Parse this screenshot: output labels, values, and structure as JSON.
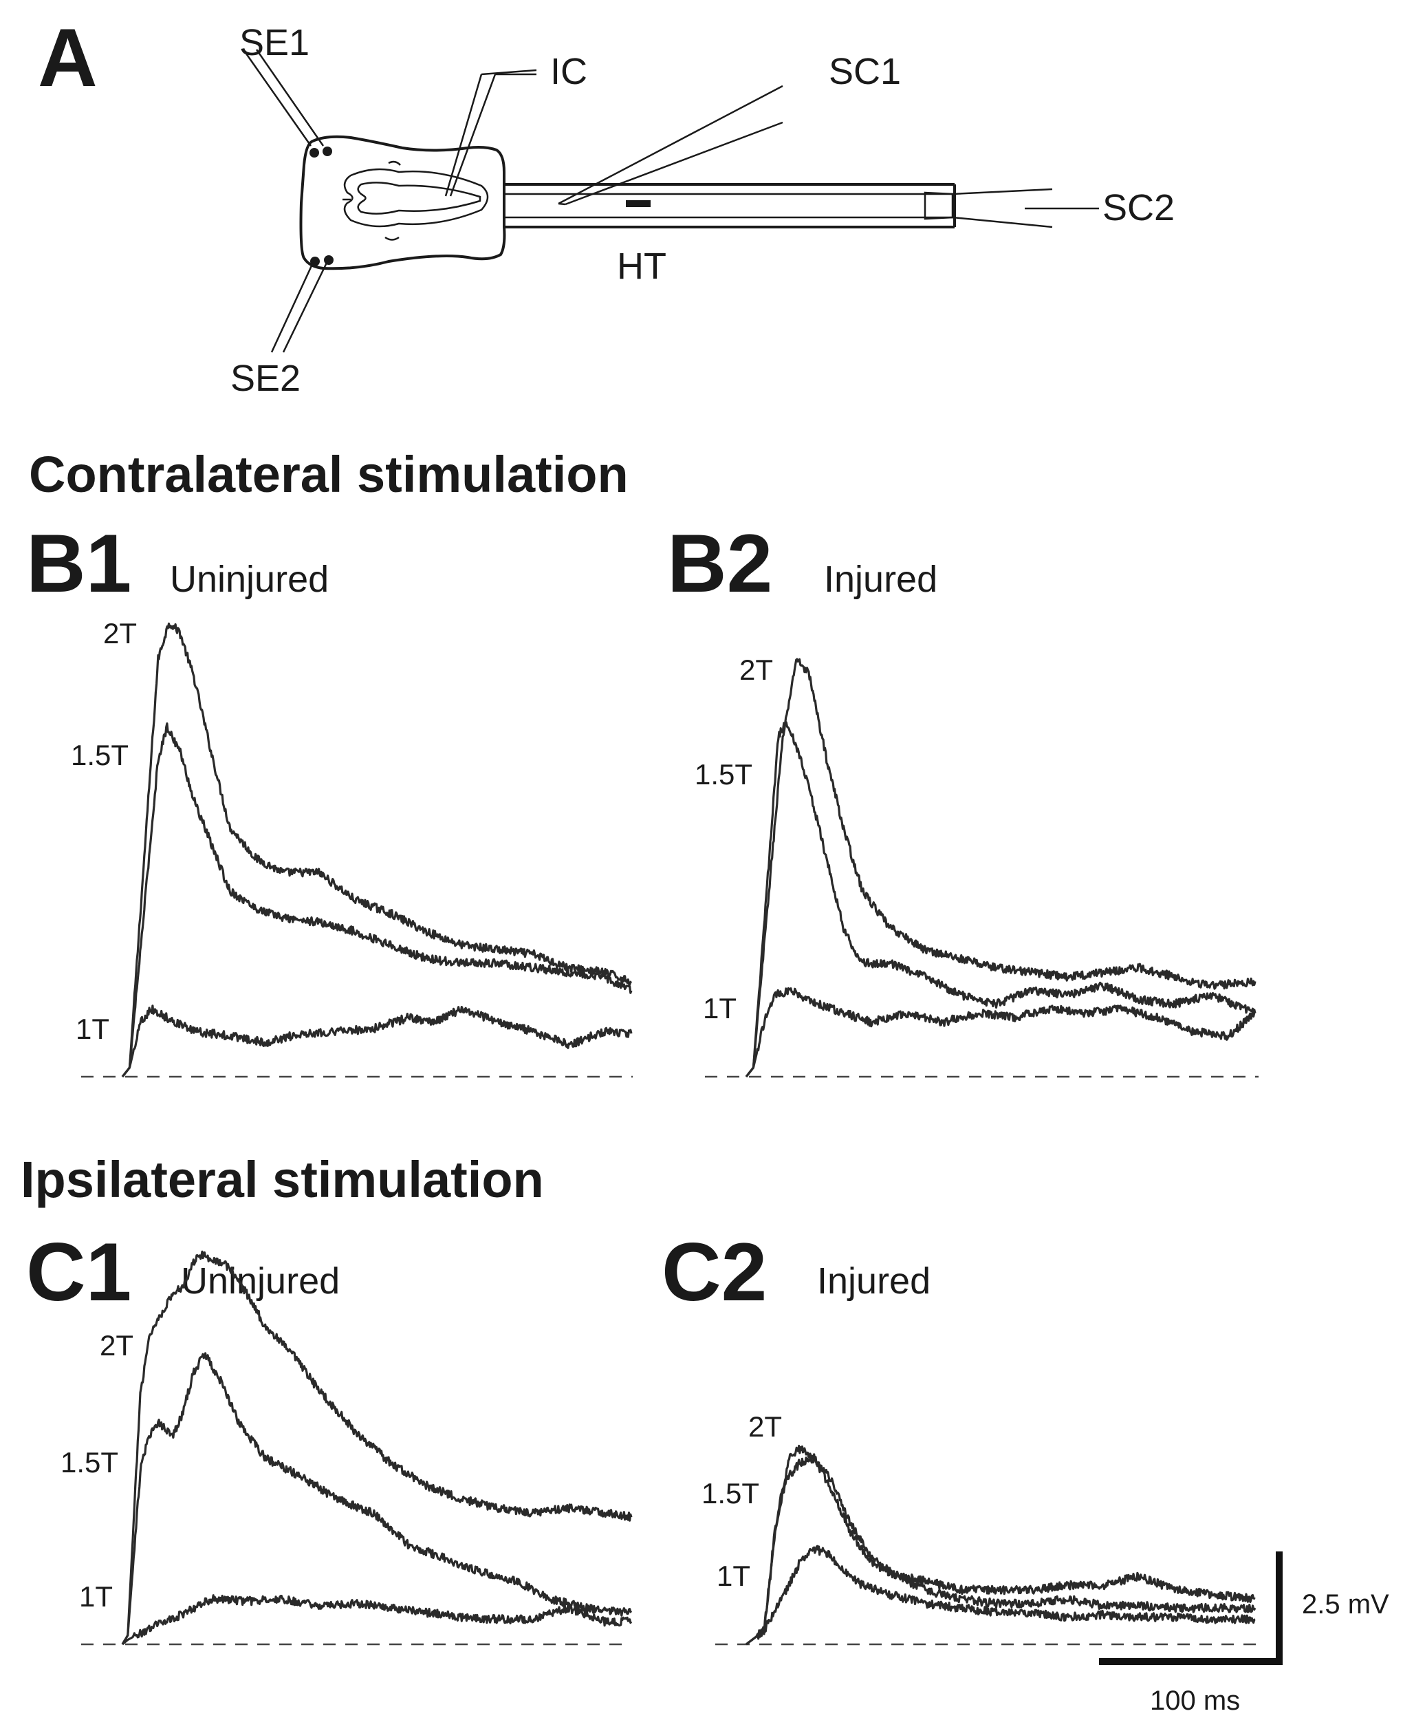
{
  "diagram": {
    "panel_letter": "A",
    "labels": {
      "se1": "SE1",
      "se2": "SE2",
      "ic": "IC",
      "sc1": "SC1",
      "sc2": "SC2",
      "ht": "HT"
    }
  },
  "sections": {
    "contralateral": "Contralateral stimulation",
    "ipsilateral": "Ipsilateral stimulation"
  },
  "scale_bar": {
    "voltage_label": "2.5 mV",
    "time_label": "100 ms",
    "voltage_mV": 2.5,
    "time_ms": 100
  },
  "chart_data": [
    {
      "type": "line",
      "panel": "B1",
      "title": "Uninjured",
      "xlabel": "",
      "ylabel": "",
      "x_unit": "ms",
      "y_unit": "mV",
      "xlim": [
        0,
        285
      ],
      "ylim": [
        0,
        10
      ],
      "grid": false,
      "baseline": 0,
      "series": [
        {
          "name": "2T",
          "x": [
            0,
            4,
            20,
            26,
            32,
            40,
            50,
            60,
            75,
            90,
            110,
            130,
            150,
            170,
            190,
            210,
            230,
            250,
            270,
            285
          ],
          "y": [
            0,
            0.2,
            9.2,
            10.0,
            9.8,
            8.8,
            7.1,
            5.5,
            4.8,
            4.5,
            4.5,
            3.9,
            3.6,
            3.2,
            2.9,
            2.8,
            2.7,
            2.4,
            2.3,
            2.1
          ]
        },
        {
          "name": "1.5T",
          "x": [
            0,
            4,
            20,
            25,
            32,
            40,
            50,
            60,
            75,
            90,
            110,
            130,
            150,
            170,
            190,
            210,
            230,
            250,
            270,
            285
          ],
          "y": [
            0,
            0.2,
            7.0,
            7.7,
            7.2,
            6.1,
            5.1,
            4.1,
            3.7,
            3.5,
            3.4,
            3.2,
            2.9,
            2.6,
            2.5,
            2.5,
            2.4,
            2.3,
            2.2,
            1.9
          ]
        },
        {
          "name": "1T",
          "x": [
            0,
            4,
            10,
            16,
            25,
            40,
            60,
            80,
            100,
            120,
            140,
            160,
            175,
            190,
            210,
            230,
            250,
            270,
            285
          ],
          "y": [
            0,
            0.2,
            1.2,
            1.5,
            1.3,
            1.0,
            0.9,
            0.75,
            0.95,
            1.0,
            1.05,
            1.3,
            1.2,
            1.5,
            1.2,
            1.0,
            0.7,
            1.0,
            0.95
          ]
        }
      ]
    },
    {
      "type": "line",
      "panel": "B2",
      "title": "Injured",
      "xlabel": "",
      "ylabel": "",
      "x_unit": "ms",
      "y_unit": "mV",
      "xlim": [
        0,
        285
      ],
      "ylim": [
        0,
        10
      ],
      "grid": false,
      "baseline": 0,
      "series": [
        {
          "name": "2T",
          "x": [
            0,
            4,
            20,
            28,
            35,
            45,
            55,
            65,
            80,
            100,
            120,
            140,
            160,
            180,
            200,
            220,
            240,
            260,
            285
          ],
          "y": [
            0,
            0.2,
            7.3,
            9.2,
            8.9,
            7.0,
            5.4,
            4.1,
            3.3,
            2.8,
            2.6,
            2.4,
            2.3,
            2.2,
            2.3,
            2.4,
            2.2,
            2.0,
            2.1
          ]
        },
        {
          "name": "1.5T",
          "x": [
            0,
            4,
            18,
            22,
            28,
            35,
            45,
            55,
            65,
            80,
            100,
            120,
            140,
            160,
            180,
            200,
            220,
            240,
            260,
            285
          ],
          "y": [
            0,
            0.2,
            7.5,
            7.8,
            7.3,
            6.4,
            4.8,
            3.2,
            2.5,
            2.5,
            2.2,
            1.8,
            1.6,
            1.9,
            1.8,
            2.0,
            1.7,
            1.6,
            1.8,
            1.4
          ]
        },
        {
          "name": "1T",
          "x": [
            0,
            4,
            10,
            16,
            25,
            40,
            55,
            70,
            90,
            110,
            130,
            150,
            170,
            190,
            210,
            230,
            250,
            270,
            285
          ],
          "y": [
            0,
            0.2,
            1.2,
            1.8,
            1.9,
            1.6,
            1.4,
            1.2,
            1.4,
            1.2,
            1.4,
            1.3,
            1.5,
            1.4,
            1.5,
            1.3,
            1.0,
            0.9,
            1.4
          ]
        }
      ]
    },
    {
      "type": "line",
      "panel": "C1",
      "title": "Uninjured",
      "xlabel": "",
      "ylabel": "",
      "x_unit": "ms",
      "y_unit": "mV",
      "xlim": [
        0,
        285
      ],
      "ylim": [
        0,
        10
      ],
      "grid": false,
      "baseline": 0,
      "series": [
        {
          "name": "2T",
          "x": [
            0,
            3,
            10,
            15,
            22,
            28,
            34,
            42,
            50,
            60,
            70,
            80,
            95,
            110,
            130,
            150,
            170,
            190,
            210,
            230,
            250,
            270,
            285
          ],
          "y": [
            0,
            0.2,
            5.5,
            6.8,
            7.3,
            7.7,
            7.9,
            8.6,
            8.5,
            8.3,
            7.7,
            7.0,
            6.4,
            5.6,
            4.7,
            4.0,
            3.5,
            3.2,
            3.0,
            2.9,
            3.0,
            2.9,
            2.8
          ]
        },
        {
          "name": "1.5T",
          "x": [
            0,
            3,
            10,
            14,
            20,
            28,
            33,
            40,
            46,
            55,
            65,
            80,
            100,
            120,
            140,
            160,
            180,
            200,
            220,
            240,
            260,
            285
          ],
          "y": [
            0,
            0.2,
            3.8,
            4.5,
            4.9,
            4.6,
            5.0,
            6.0,
            6.4,
            5.8,
            4.9,
            4.1,
            3.7,
            3.2,
            2.9,
            2.2,
            1.9,
            1.6,
            1.4,
            1.0,
            0.8,
            0.7
          ]
        },
        {
          "name": "1T",
          "x": [
            0,
            3,
            15,
            30,
            50,
            70,
            90,
            110,
            130,
            150,
            170,
            190,
            210,
            230,
            250,
            270,
            285
          ],
          "y": [
            0,
            0.1,
            0.35,
            0.6,
            1.0,
            0.95,
            1.0,
            0.85,
            0.9,
            0.8,
            0.7,
            0.6,
            0.55,
            0.55,
            0.8,
            0.5,
            0.5
          ]
        }
      ]
    },
    {
      "type": "line",
      "panel": "C2",
      "title": "Injured",
      "xlabel": "",
      "ylabel": "",
      "x_unit": "ms",
      "y_unit": "mV",
      "xlim": [
        0,
        285
      ],
      "ylim": [
        0,
        10
      ],
      "grid": false,
      "baseline": 0,
      "series": [
        {
          "name": "2T",
          "x": [
            0,
            10,
            18,
            25,
            30,
            38,
            48,
            58,
            70,
            85,
            100,
            120,
            140,
            160,
            180,
            200,
            220,
            240,
            260,
            285
          ],
          "y": [
            0,
            0.3,
            3.0,
            4.2,
            4.3,
            4.1,
            3.4,
            2.5,
            1.8,
            1.5,
            1.4,
            1.2,
            1.2,
            1.2,
            1.3,
            1.3,
            1.5,
            1.2,
            1.1,
            1.0
          ]
        },
        {
          "name": "1.5T",
          "x": [
            0,
            10,
            16,
            22,
            30,
            38,
            48,
            58,
            70,
            85,
            100,
            120,
            140,
            160,
            180,
            200,
            220,
            240,
            260,
            285
          ],
          "y": [
            0,
            0.3,
            2.5,
            3.6,
            4.0,
            4.1,
            3.6,
            2.7,
            1.9,
            1.5,
            1.2,
            1.0,
            0.9,
            0.9,
            1.0,
            0.85,
            0.85,
            0.8,
            0.8,
            0.8
          ]
        },
        {
          "name": "1T",
          "x": [
            0,
            10,
            20,
            30,
            38,
            46,
            55,
            65,
            80,
            100,
            120,
            140,
            160,
            180,
            200,
            220,
            240,
            260,
            285
          ],
          "y": [
            0,
            0.3,
            1.0,
            1.8,
            2.1,
            2.0,
            1.6,
            1.3,
            1.1,
            0.9,
            0.8,
            0.7,
            0.7,
            0.6,
            0.65,
            0.6,
            0.6,
            0.55,
            0.55
          ]
        }
      ]
    }
  ]
}
